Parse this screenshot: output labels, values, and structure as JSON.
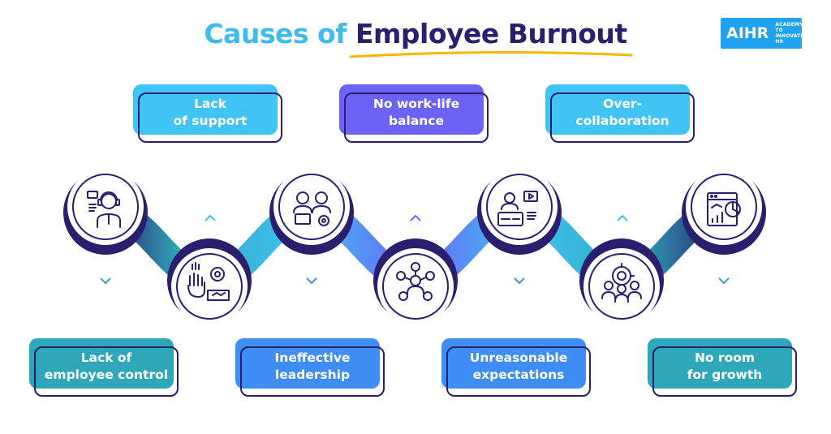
{
  "header": {
    "title_part1": "Causes of ",
    "title_part2": "Employee Burnout"
  },
  "logo": {
    "name": "AIHR",
    "tagline_line1": "ACADEMY TO",
    "tagline_line2": "INNOVATE HR"
  },
  "colors": {
    "navy": "#2a1f6e",
    "sky": "#40c4f4",
    "violet": "#6b63f6",
    "blue": "#3f8ef5",
    "teal": "#2ea8b8",
    "accent_line": "#f5b800",
    "brand": "#1fa3f0"
  },
  "causes_top": [
    {
      "label": "Lack\nof support",
      "color": "#40c4f4",
      "icon": "customer-support-headset-icon"
    },
    {
      "label": "No work-life\nbalance",
      "color": "#6b63f6",
      "icon": "team-collaboration-icon"
    },
    {
      "label": "Over-\ncollaboration",
      "color": "#40c4f4",
      "icon": "online-meeting-icon"
    }
  ],
  "causes_bottom": [
    {
      "label": "Lack of\nemployee control",
      "color": "#2ea8b8",
      "icon": "hand-gear-control-icon"
    },
    {
      "label": "Ineffective\nleadership",
      "color": "#3f8ef5",
      "icon": "leader-network-icon"
    },
    {
      "label": "Unreasonable\nexpectations",
      "color": "#3f8ef5",
      "icon": "target-team-icon"
    },
    {
      "label": "No room\nfor growth",
      "color": "#2ea8b8",
      "icon": "growth-chart-icon"
    }
  ],
  "timeline_icons": [
    "customer-support-headset-icon",
    "hand-gear-control-icon",
    "team-collaboration-icon",
    "leader-network-icon",
    "online-meeting-icon",
    "target-team-icon",
    "growth-chart-icon"
  ]
}
